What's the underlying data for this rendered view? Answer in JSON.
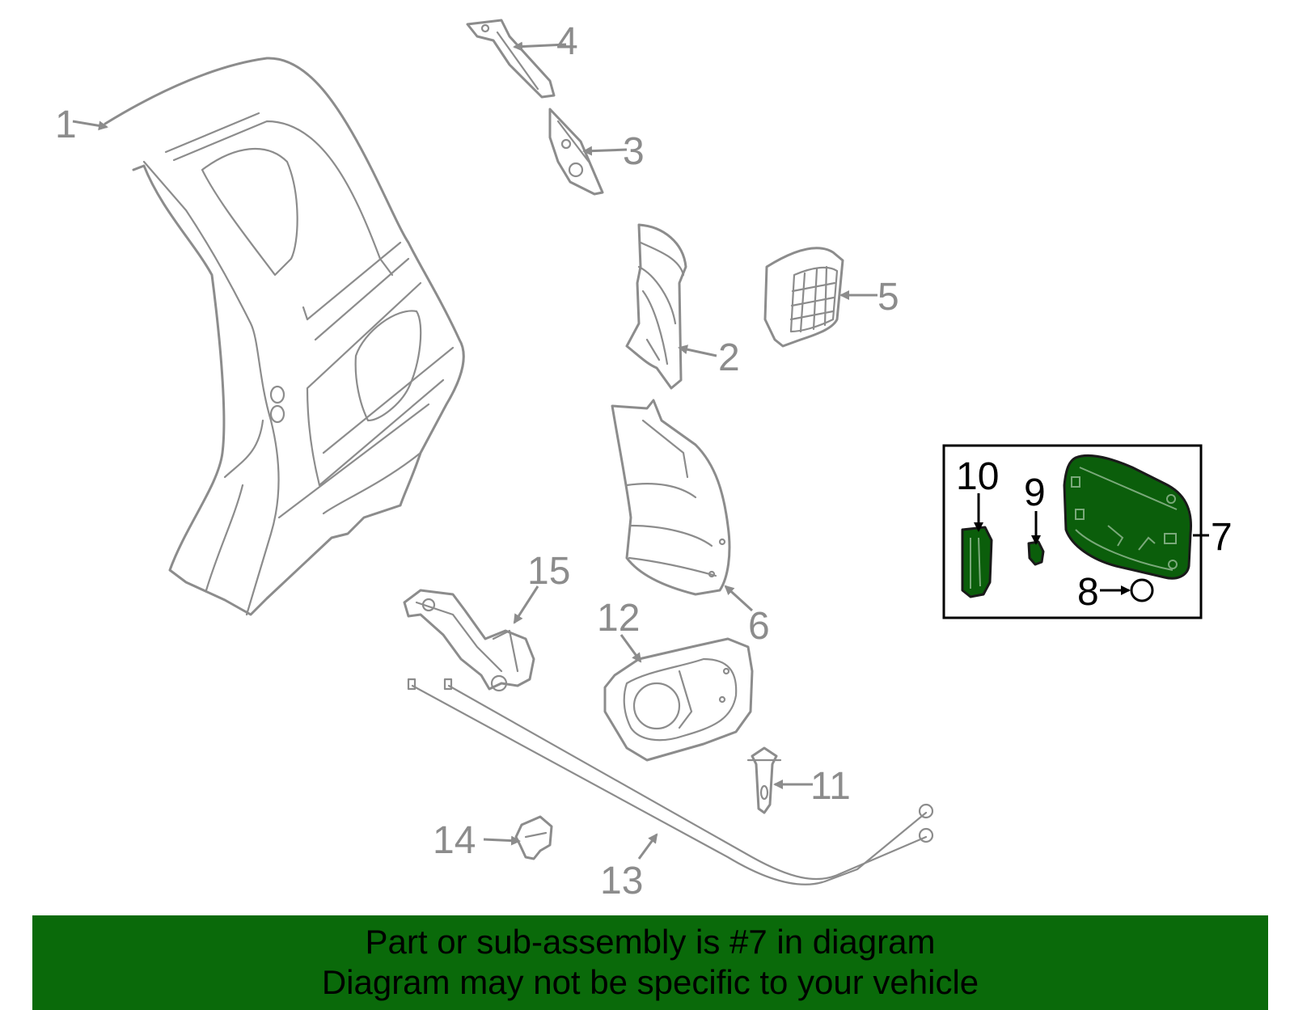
{
  "colors": {
    "highlight": "#0b5e0b",
    "banner": "#0a6a0a",
    "part_stroke": "#8c8c8c"
  },
  "callouts": {
    "c1": "1",
    "c2": "2",
    "c3": "3",
    "c4": "4",
    "c5": "5",
    "c6": "6",
    "c7": "7",
    "c8": "8",
    "c9": "9",
    "c10": "10",
    "c11": "11",
    "c12": "12",
    "c13": "13",
    "c14": "14",
    "c15": "15"
  },
  "banner": {
    "line1": "Part or sub-assembly is #7 in diagram",
    "line2": "Diagram may not be specific to your vehicle"
  }
}
